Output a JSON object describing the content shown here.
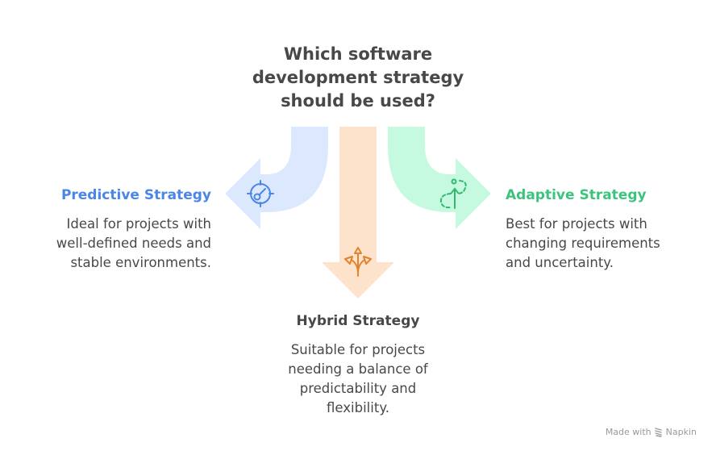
{
  "title": {
    "lines": [
      "Which software",
      "development strategy",
      "should be used?"
    ],
    "color": "#484848"
  },
  "branches": [
    {
      "id": "predictive",
      "heading": "Predictive Strategy",
      "description_lines": [
        "Ideal for projects with",
        "well-defined needs and",
        "stable environments."
      ],
      "heading_color": "#4a86e8",
      "arrow_color": "#dbe8fd",
      "icon": "target-gauge-icon",
      "direction": "left"
    },
    {
      "id": "hybrid",
      "heading": "Hybrid Strategy",
      "description_lines": [
        "Suitable for projects",
        "needing a balance of",
        "predictability and",
        "flexibility."
      ],
      "heading_color": "#484848",
      "arrow_color": "#fde2cc",
      "icon": "split-arrows-icon",
      "direction": "down"
    },
    {
      "id": "adaptive",
      "heading": "Adaptive Strategy",
      "description_lines": [
        "Best for projects with",
        "changing requirements",
        "and uncertainty."
      ],
      "heading_color": "#3cc47c",
      "arrow_color": "#c6fae0",
      "icon": "adaptive-path-icon",
      "direction": "right"
    }
  ],
  "icon_colors": {
    "predictive": "#4a86e8",
    "hybrid": "#e0842e",
    "adaptive": "#34b86f"
  },
  "footer": {
    "text": "Made with",
    "brand": "Napkin",
    "icon": "napkin-logo-icon"
  }
}
